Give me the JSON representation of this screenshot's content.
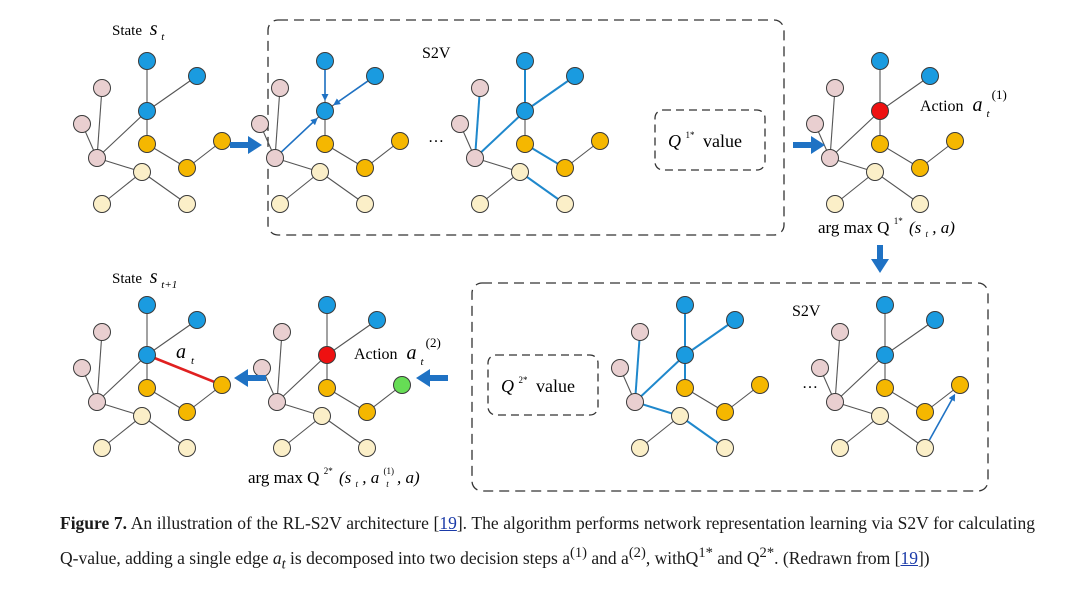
{
  "labels": {
    "state_t_word": "State",
    "state_t_sym": "s",
    "state_t_sub": "t",
    "state_t1_word": "State",
    "state_t1_sym": "s",
    "state_t1_sub": "t+1",
    "s2v_top": "S2V",
    "s2v_bottom": "S2V",
    "ellipsis_top": "…",
    "ellipsis_bottom": "…",
    "q1_value_sym": "Q",
    "q1_value_sup": "1*",
    "q1_value_word": "value",
    "q2_value_sym": "Q",
    "q2_value_sup": "2*",
    "q2_value_word": "value",
    "action1_word": "Action",
    "action1_sym": "a",
    "action1_sub": "t",
    "action1_sup": "(1)",
    "action2_word": "Action",
    "action2_sym": "a",
    "action2_sub": "t",
    "action2_sup": "(2)",
    "edge_label_sym": "a",
    "edge_label_sub": "t",
    "argmax1": "arg max Q",
    "argmax1_sup": "1*",
    "argmax1_args": "(s",
    "argmax1_args_sub": "t",
    "argmax1_args_end": ", a)",
    "argmax2": "arg max Q",
    "argmax2_sup": "2*",
    "argmax2_args": "(s",
    "argmax2_args_sub": "t",
    "argmax2_args_mid": ", a",
    "argmax2_args_mid_sup": "(1)",
    "argmax2_args_mid_sub": "t",
    "argmax2_args_end": ", a)"
  },
  "caption": {
    "figure_label": "Figure 7.",
    "text1": " An illustration of the RL-S2V architecture [",
    "ref1": "19",
    "text2": "]. The algorithm performs network representation learning via S2V for calculating Q-value, adding a single edge ",
    "edge_sym": "a",
    "edge_sub": "t",
    "text3": " is decomposed into two decision steps a",
    "sup1": "(1)",
    "text4": " and a",
    "sup2": "(2)",
    "text5": ", withQ",
    "sup3": "1*",
    "text6": " and Q",
    "sup4": "2*",
    "text7": ". (Redrawn from [",
    "ref2": "19",
    "text8": "])"
  },
  "colors": {
    "blue_node": "#1a9be0",
    "pink_node": "#e9cfd0",
    "orange_node": "#f5b700",
    "cream_node": "#fbefc8",
    "red_node": "#ee1111",
    "green_node": "#66dd55",
    "flow_arrow": "#1f72c4",
    "highlight_edge": "#1f88cc",
    "new_edge": "#e02020"
  }
}
